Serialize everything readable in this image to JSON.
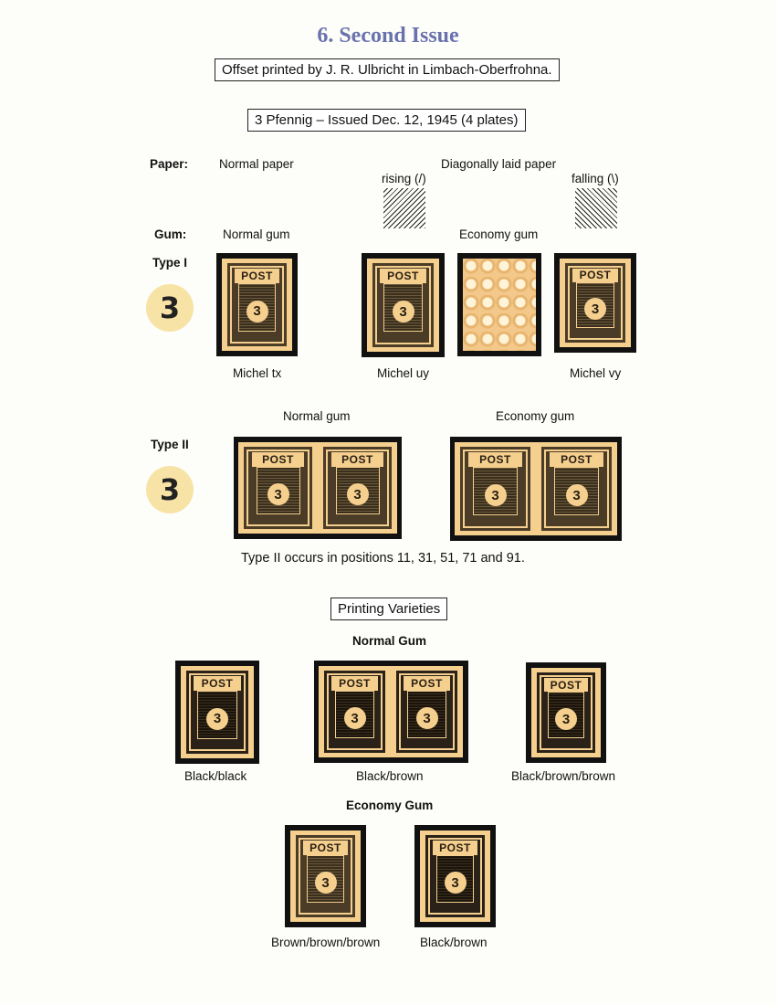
{
  "title": "6. Second Issue",
  "printer_note": "Offset printed by J. R. Ulbricht in Limbach-Oberfrohna.",
  "issue_note": "3 Pfennig – Issued Dec. 12, 1945 (4 plates)",
  "paper": {
    "label": "Paper:",
    "normal": "Normal paper",
    "laid": "Diagonally laid paper",
    "rising": "rising (/)",
    "falling": "falling (\\)"
  },
  "gum": {
    "label": "Gum:",
    "normal": "Normal gum",
    "economy": "Economy gum"
  },
  "type1": {
    "label": "Type I",
    "badge": "3",
    "michel_tx": "Michel tx",
    "michel_uy": "Michel uy",
    "michel_vy": "Michel vy"
  },
  "type2": {
    "label": "Type II",
    "badge": "3",
    "normal_gum": "Normal gum",
    "economy_gum": "Economy gum",
    "note": "Type II occurs in positions 11, 31, 51, 71 and 91."
  },
  "stamp": {
    "post": "POST",
    "value": "3"
  },
  "varieties": {
    "heading": "Printing Varieties",
    "normal_gum": "Normal Gum",
    "economy_gum": "Economy Gum",
    "black_black": "Black/black",
    "black_brown": "Black/brown",
    "black_brown_brown": "Black/brown/brown",
    "brown_brown_brown": "Brown/brown/brown",
    "black_brown_2": "Black/brown"
  }
}
